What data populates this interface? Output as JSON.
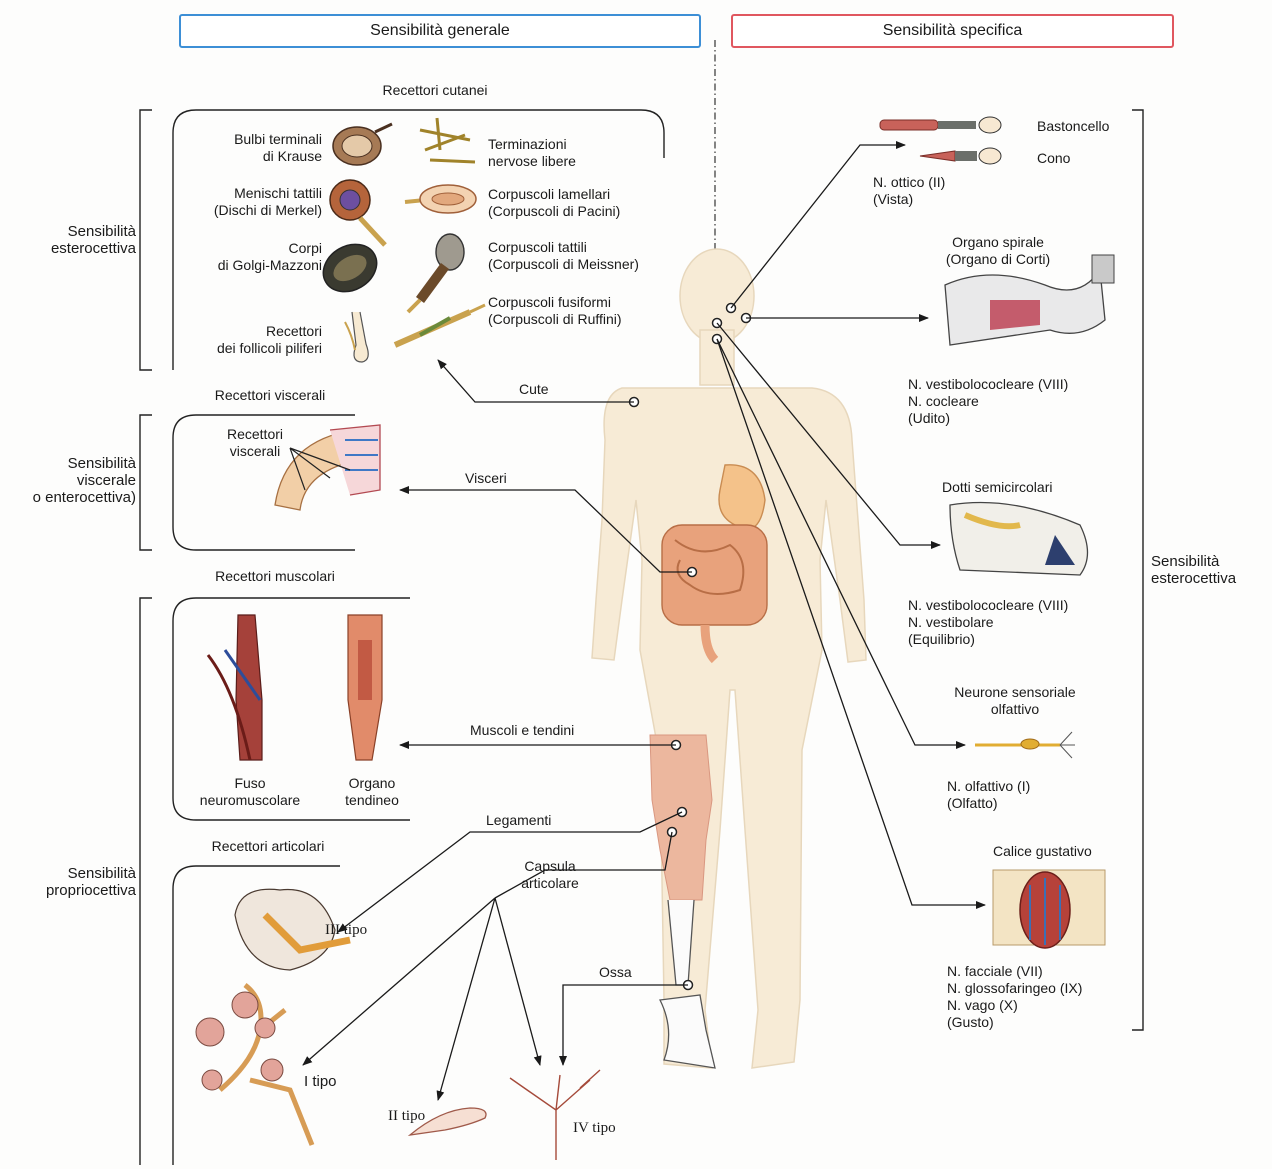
{
  "headers": {
    "general": "Sensibilità generale",
    "specific": "Sensibilità specifica"
  },
  "left_sections": {
    "esterocettiva": [
      "Sensibilità",
      "esterocettiva"
    ],
    "viscerale": [
      "Sensibilità",
      "viscerale",
      "o enterocettiva)"
    ],
    "propriocettiva": [
      "Sensibilità",
      "propriocettiva"
    ]
  },
  "right_section": [
    "Sensibilità",
    "esterocettiva"
  ],
  "cutaneous": {
    "title": "Recettori cutanei",
    "krause": [
      "Bulbi terminali",
      "di Krause"
    ],
    "free_endings": [
      "Terminazioni",
      "nervose libere"
    ],
    "merkel": [
      "Menischi tattili",
      "(Dischi di Merkel)"
    ],
    "pacini": [
      "Corpuscoli lamellari",
      "(Corpuscoli di Pacini)"
    ],
    "golgi": [
      "Corpi",
      "di Golgi-Mazzoni"
    ],
    "meissner": [
      "Corpuscoli tattili",
      "(Corpuscoli di Meissner)"
    ],
    "follicle": [
      "Recettori",
      "dei follicoli piliferi"
    ],
    "ruffini": [
      "Corpuscoli fusiformi",
      "(Corpuscoli di Ruffini)"
    ]
  },
  "visceral": {
    "title": "Recettori viscerali",
    "inner": [
      "Recettori",
      "viscerali"
    ]
  },
  "muscle": {
    "title": "Recettori muscolari",
    "spindle": [
      "Fuso",
      "neuromuscolare"
    ],
    "tendon": [
      "Organo",
      "tendineo"
    ]
  },
  "joint": {
    "title": "Recettori articolari",
    "type3": "III tipo",
    "type1": "I tipo",
    "type2": "II tipo",
    "type4": "IV tipo"
  },
  "body_labels": {
    "cute": "Cute",
    "visceri": "Visceri",
    "muscoli": "Muscoli e tendini",
    "legamenti": "Legamenti",
    "capsula": [
      "Capsula",
      "articolare"
    ],
    "ossa": "Ossa"
  },
  "special": {
    "vision": {
      "rod": "Bastoncello",
      "cone": "Cono",
      "nerve": [
        "N. ottico (II)",
        "(Vista)"
      ]
    },
    "hearing": {
      "title": [
        "Organo spirale",
        "(Organo di Corti)"
      ],
      "nerve": [
        "N. vestibolococleare (VIII)",
        "N. cocleare",
        "(Udito)"
      ]
    },
    "balance": {
      "title": "Dotti semicircolari",
      "nerve": [
        "N. vestibolococleare (VIII)",
        "N. vestibolare",
        "(Equilibrio)"
      ]
    },
    "smell": {
      "title": [
        "Neurone sensoriale",
        "olfattivo"
      ],
      "nerve": [
        "N. olfattivo (I)",
        "(Olfatto)"
      ]
    },
    "taste": {
      "title": "Calice gustativo",
      "nerve": [
        "N. facciale (VII)",
        "N. glossofaringeo (IX)",
        "N. vago (X)",
        "(Gusto)"
      ]
    }
  },
  "colors": {
    "general_border": "#3d8fd6",
    "specific_border": "#e0575f",
    "skin": "#f7ebd6",
    "line": "#1a1a1a"
  }
}
